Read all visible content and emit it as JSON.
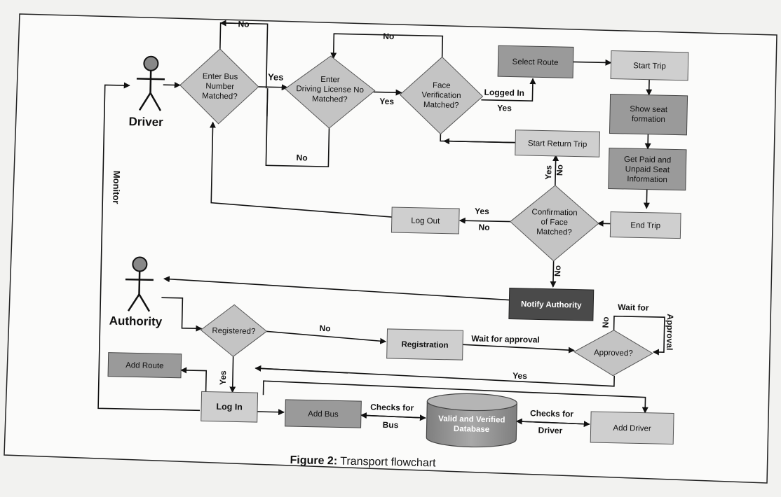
{
  "actors": {
    "driver": "Driver",
    "authority": "Authority"
  },
  "nodes": {
    "enter_bus": [
      "Enter Bus",
      "Number",
      "Matched?"
    ],
    "enter_license": [
      "Enter",
      "Driving License No",
      "Matched?"
    ],
    "face_verify": [
      "Face",
      "Verification",
      "Matched?"
    ],
    "select_route": "Select Route",
    "start_trip": "Start Trip",
    "show_seat": [
      "Show seat",
      "formation"
    ],
    "paid_unpaid": [
      "Get Paid and",
      "Unpaid Seat",
      "Information"
    ],
    "start_return": "Start Return Trip",
    "end_trip": "End Trip",
    "confirm_face": [
      "Confirmation",
      "of Face",
      "Matched?"
    ],
    "log_out": "Log Out",
    "notify": "Notify Authority",
    "registered": "Registered?",
    "registration": "Registration",
    "approved": "Approved?",
    "add_route": "Add Route",
    "log_in": "Log In",
    "add_bus": "Add Bus",
    "database": [
      "Valid and Verified",
      "Database"
    ],
    "add_driver": "Add Driver"
  },
  "labels": {
    "no": "No",
    "yes": "Yes",
    "logged_in": "Logged In",
    "monitor": "Monitor",
    "wait_for_approval": "Wait for approval",
    "wait_for": "Wait for",
    "approval": "Approval",
    "checks_for": "Checks for",
    "bus": "Bus",
    "driver": "Driver"
  },
  "caption": {
    "prefix": "Figure 2:",
    "text": " Transport flowchart"
  }
}
